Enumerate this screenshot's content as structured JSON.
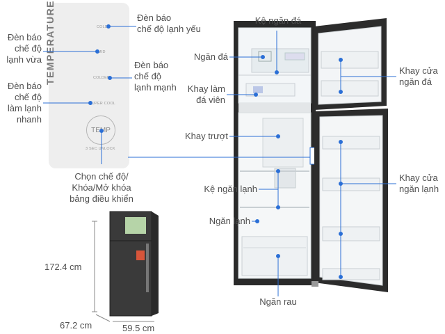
{
  "panel": {
    "title": "TEMPERATURE CONTROL",
    "cold": "COLD",
    "mid": "MID",
    "colder": "COLDER",
    "super_cool": "SUPER COOL",
    "temp_button": "TEMP",
    "unlock": "3 SEC UNLOCK"
  },
  "labels": {
    "weak_cold": [
      "Đèn báo",
      "chế độ lạnh yếu"
    ],
    "medium_cold": [
      "Đèn báo",
      "chế độ",
      "lạnh vừa"
    ],
    "strong_cold": [
      "Đèn báo",
      "chế độ",
      "lạnh mạnh"
    ],
    "quick_cold": [
      "Đèn báo",
      "chế độ",
      "làm lạnh",
      "nhanh"
    ],
    "mode_select": [
      "Chọn chế độ/",
      "Khóa/Mở khóa",
      "bảng điều khiển"
    ],
    "freezer_shelf": "Kệ ngăn đá",
    "freezer": "Ngăn đá",
    "ice_tray": [
      "Khay làm",
      "đá viên"
    ],
    "sliding_tray": "Khay trượt",
    "fridge_shelf": "Kệ ngăn lạnh",
    "fridge": "Ngăn lạnh",
    "crisper": "Ngăn rau",
    "freezer_door_tray": [
      "Khay cửa",
      "ngăn đá"
    ],
    "fridge_door_tray": [
      "Khay cửa",
      "ngăn lạnh"
    ]
  },
  "dimensions": {
    "height": "172.4 cm",
    "depth": "67.2 cm",
    "width": "59.5 cm"
  },
  "colors": {
    "pointer": "#2b6fd6",
    "fridge_body": "#2a2a2a",
    "panel_bg": "#eeeeee"
  }
}
